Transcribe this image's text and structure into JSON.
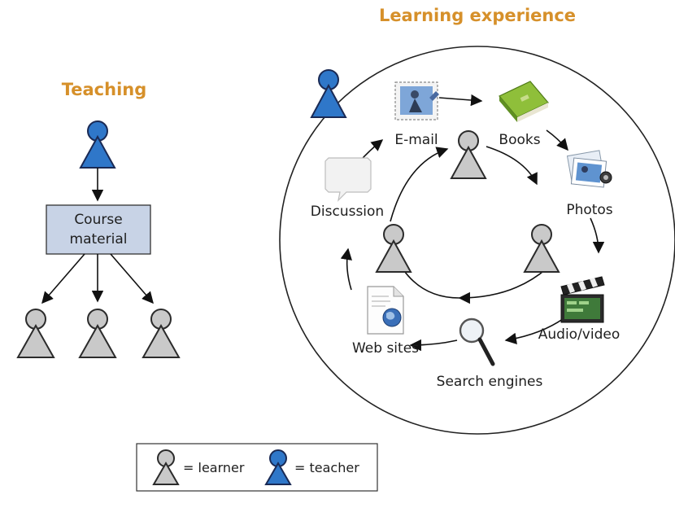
{
  "teaching": {
    "title": "Teaching",
    "box_line1": "Course",
    "box_line2": "material"
  },
  "learning": {
    "title": "Learning experience",
    "resources": {
      "email": "E-mail",
      "books": "Books",
      "photos": "Photos",
      "audio_video": "Audio/video",
      "search": "Search engines",
      "web": "Web sites",
      "discussion": "Discussion"
    }
  },
  "legend": {
    "learner": "= learner",
    "teacher": "= teacher"
  },
  "colors": {
    "title": "#d6902a",
    "teacher": "#2f77c9",
    "learner": "#c9c9c9",
    "box_fill": "#c8d3e6"
  }
}
